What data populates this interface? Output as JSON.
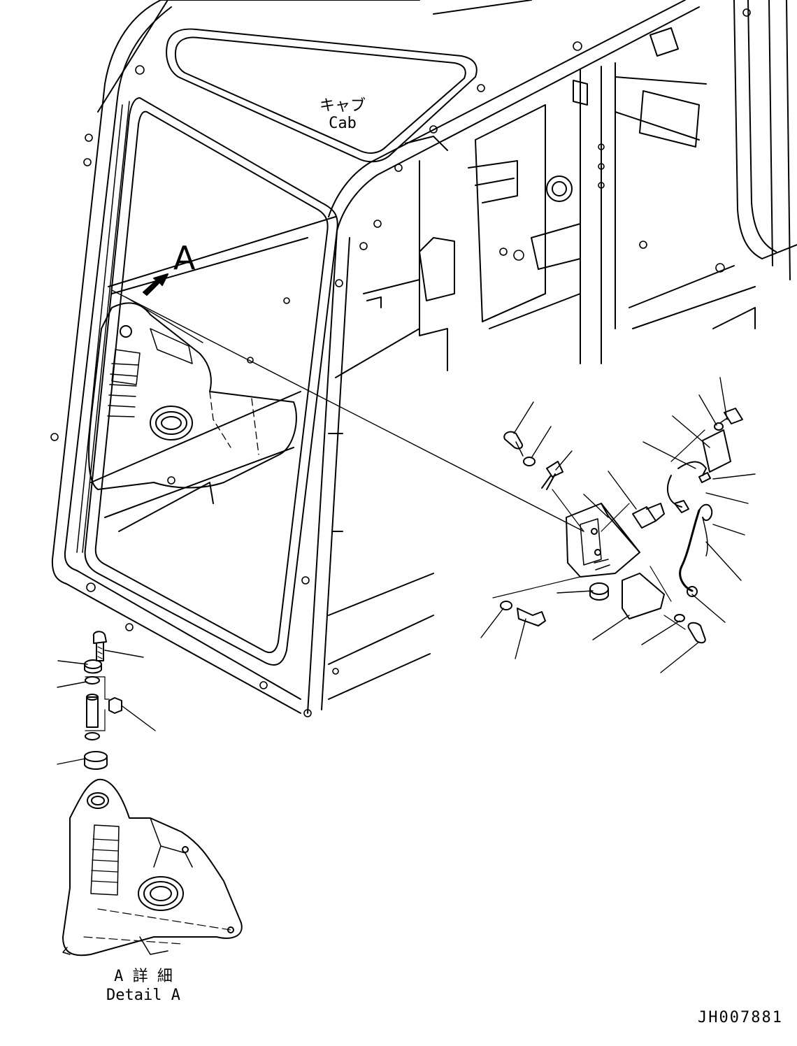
{
  "labels": {
    "cab_jp": "キャブ",
    "cab_en": "Cab",
    "view_marker": "A",
    "detail_jp": "A 詳 細",
    "detail_en": "Detail A",
    "drawing_code": "JH007881"
  },
  "colors": {
    "line": "#000000",
    "background": "#ffffff"
  }
}
